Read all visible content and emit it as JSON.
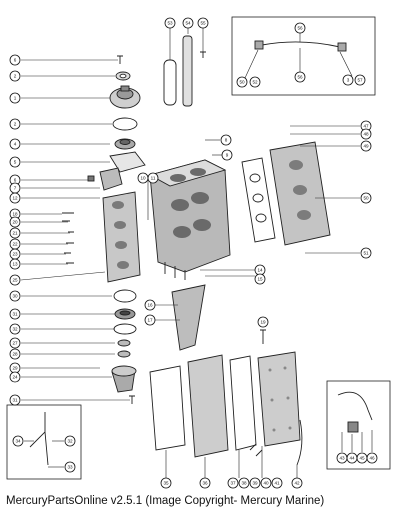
{
  "caption": "MercuryPartsOnline v2.5.1 (Image Copyright- Mercury Marine)",
  "callouts": [
    "6",
    "2",
    "1",
    "2",
    "4",
    "5",
    "6",
    "7",
    "12",
    "18",
    "20",
    "21",
    "22",
    "23",
    "13",
    "30",
    "31",
    "32",
    "27",
    "28",
    "29",
    "24",
    "31",
    "34",
    "32",
    "33",
    "53",
    "54",
    "55",
    "56",
    "50",
    "56",
    "57",
    "35",
    "36",
    "37",
    "38",
    "39",
    "40",
    "41",
    "42",
    "43",
    "44",
    "45",
    "46",
    "47",
    "48",
    "49",
    "50",
    "51",
    "52",
    "3",
    "8",
    "9",
    "10",
    "11",
    "14",
    "15",
    "16",
    "17",
    "19",
    "25"
  ]
}
